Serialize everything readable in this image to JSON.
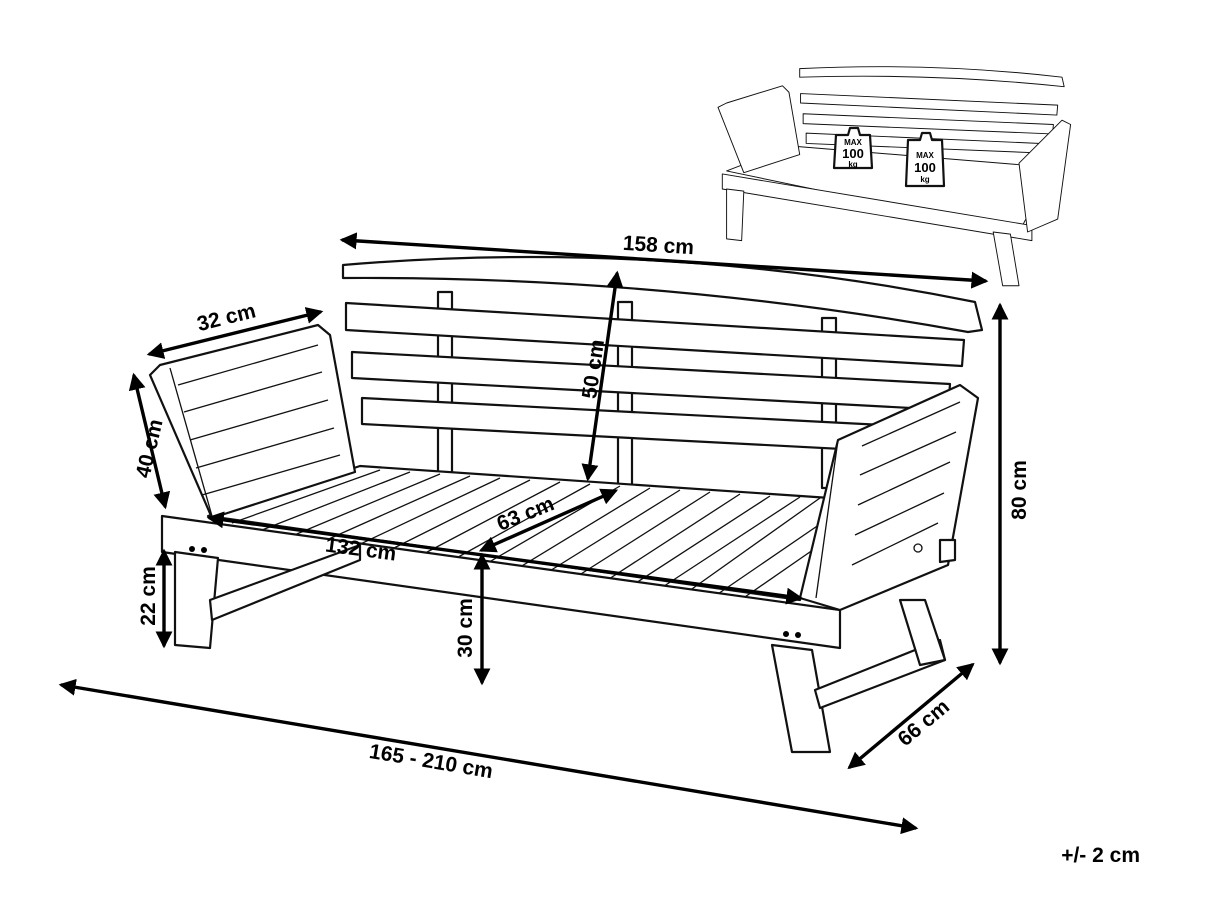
{
  "dimensions": {
    "top_width": "158 cm",
    "armrest_depth": "32 cm",
    "armrest_height": "40 cm",
    "backrest_height": "50 cm",
    "seat_depth": "63 cm",
    "seat_width": "132 cm",
    "leg_height": "22 cm",
    "seat_height": "30 cm",
    "total_height": "80 cm",
    "total_depth": "66 cm",
    "total_width": "165 - 210 cm"
  },
  "tolerance": "+/- 2 cm",
  "weight_badges": [
    {
      "top": "MAX",
      "value": "100",
      "unit": "kg"
    },
    {
      "top": "MAX",
      "value": "100",
      "unit": "kg"
    }
  ],
  "colors": {
    "line": "#111111",
    "background": "#ffffff"
  }
}
